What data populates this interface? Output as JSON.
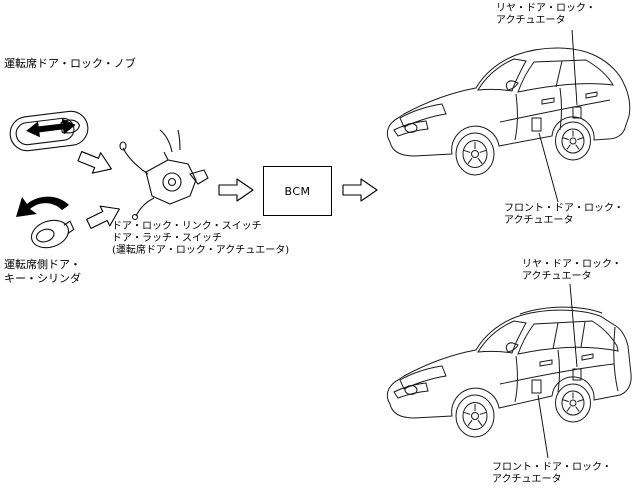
{
  "diagram": {
    "knob_label": "運転席ドア・ロック・ノブ",
    "key_cylinder_label": [
      "運転席側ドア・",
      "キー・シリンダ"
    ],
    "latch_labels": [
      "ドア・ロック・リンク・スイッチ",
      "ドア・ラッチ・スイッチ",
      "(運転席ドア・ロック・アクチュエータ)"
    ],
    "bcm_label": "BCM",
    "sedan": {
      "rear_actuator_label": [
        "リヤ・ドア・ロック・",
        "アクチュエータ"
      ],
      "front_actuator_label": [
        "フロント・ドア・ロック・",
        "アクチュエータ"
      ]
    },
    "wagon": {
      "rear_actuator_label": [
        "リヤ・ドア・ロック・",
        "アクチュエータ"
      ],
      "front_actuator_label": [
        "フロント・ドア・ロック・",
        "アクチュエータ"
      ]
    },
    "colors": {
      "line": "#000000",
      "background": "#ffffff"
    }
  }
}
